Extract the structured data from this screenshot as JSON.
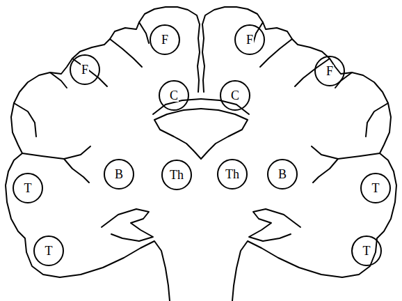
{
  "diagram": {
    "nodes": [
      {
        "text": [
          "F"
        ]
      },
      {
        "text": [
          "F"
        ]
      },
      {
        "text": [
          "F"
        ]
      },
      {
        "text": [
          "F"
        ]
      },
      {
        "text": [
          "C"
        ]
      },
      {
        "text": [
          "C"
        ]
      },
      {
        "text": [
          "T"
        ]
      },
      {
        "text": [
          "B"
        ]
      },
      {
        "text": [
          "Th"
        ]
      },
      {
        "text": [
          "Th"
        ]
      },
      {
        "text": [
          "B"
        ]
      },
      {
        "text": [
          "T"
        ]
      },
      {
        "text": [
          "T"
        ]
      },
      {
        "text": [
          "T"
        ]
      }
    ]
  }
}
